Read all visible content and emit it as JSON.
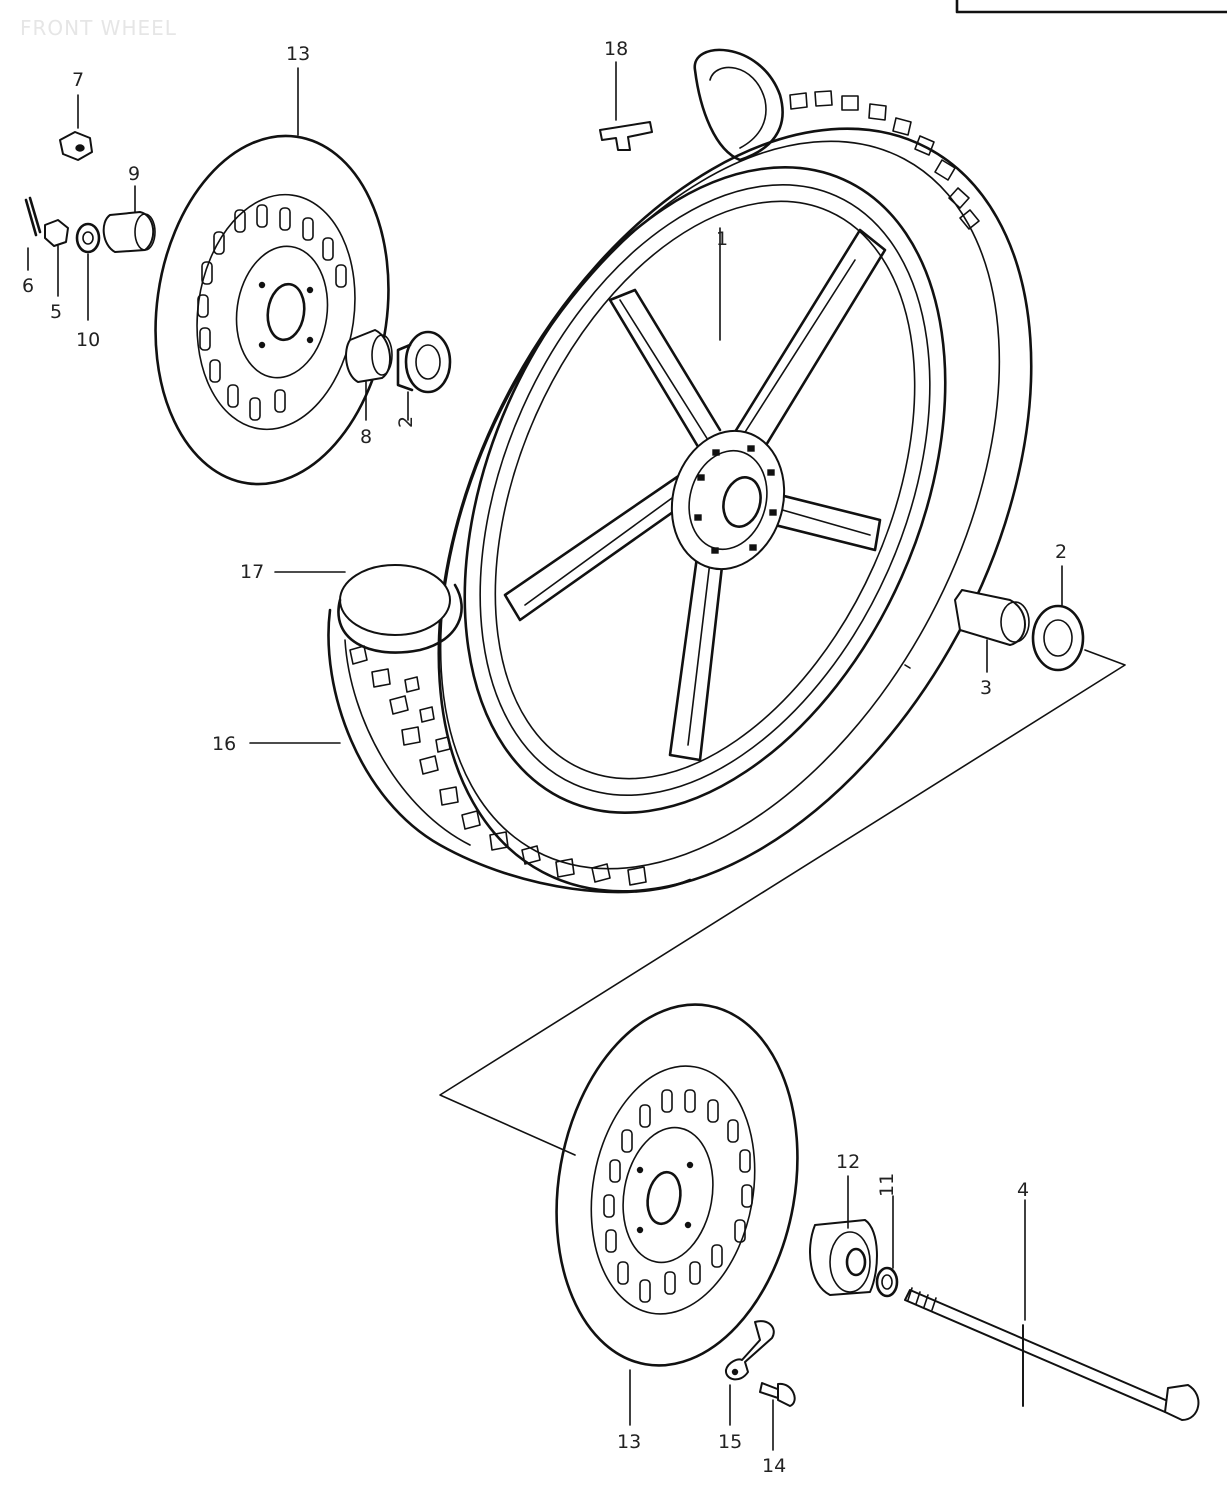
{
  "title": "FRONT WHEEL",
  "callouts": {
    "c1": "1",
    "c2a": "2",
    "c2b": "2",
    "c3": "3",
    "c4": "4",
    "c5": "5",
    "c6": "6",
    "c7": "7",
    "c8": "8",
    "c9": "9",
    "c10": "10",
    "c11": "11",
    "c12": "12",
    "c13a": "13",
    "c13b": "13",
    "c14": "14",
    "c15": "15",
    "c16": "16",
    "c17": "17",
    "c18": "18"
  }
}
